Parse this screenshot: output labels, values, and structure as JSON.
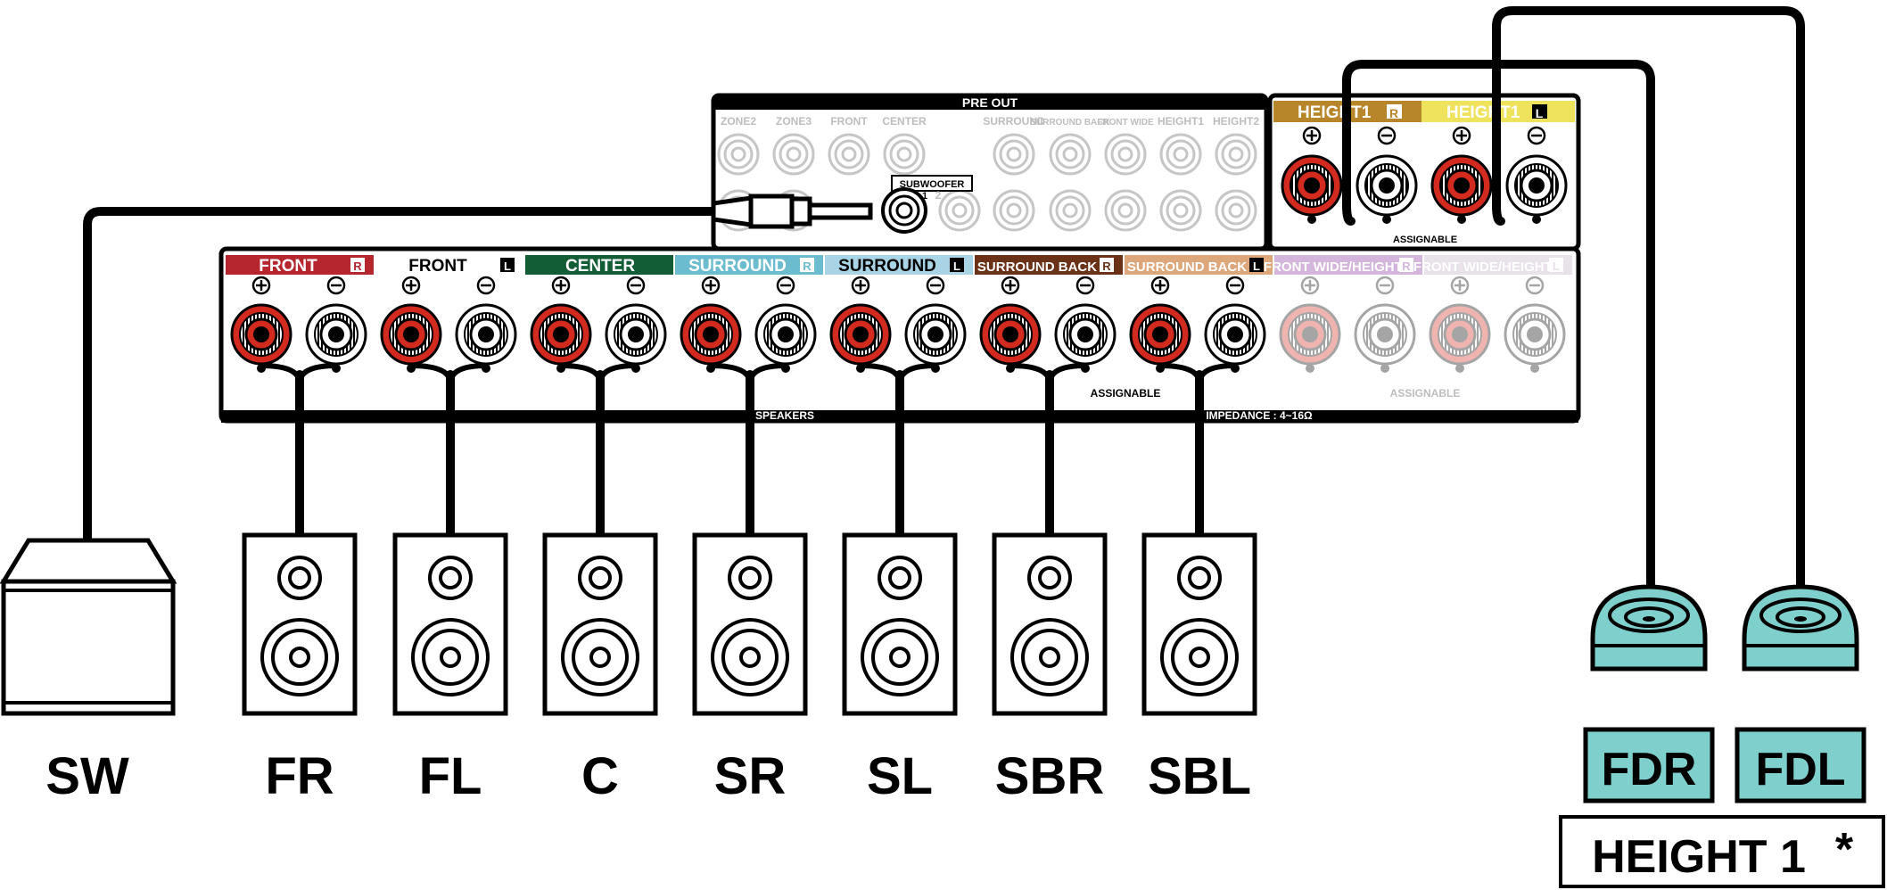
{
  "pre_out": {
    "title": "PRE OUT",
    "labels": [
      "ZONE2",
      "ZONE3",
      "FRONT",
      "CENTER",
      "SURROUND",
      "SURROUND BACK",
      "FRONT WIDE",
      "HEIGHT1",
      "HEIGHT2"
    ],
    "subwoofer": "SUBWOOFER",
    "sub_nums": [
      "1",
      "2"
    ]
  },
  "height_top": {
    "r_label": "HEIGHT1",
    "l_label": "HEIGHT1",
    "r_mark": "R",
    "l_mark": "L",
    "assignable": "ASSIGNABLE"
  },
  "terminals": [
    {
      "label": "FRONT",
      "mark": "R",
      "color": "#b5262e"
    },
    {
      "label": "FRONT",
      "mark": "L",
      "color": "#ffffff"
    },
    {
      "label": "CENTER",
      "mark": "",
      "color": "#125c36"
    },
    {
      "label": "SURROUND",
      "mark": "R",
      "color": "#6cbccf"
    },
    {
      "label": "SURROUND",
      "mark": "L",
      "color": "#a9d4e6"
    },
    {
      "label": "SURROUND BACK",
      "mark": "R",
      "color": "#6a3318"
    },
    {
      "label": "SURROUND BACK",
      "mark": "L",
      "color": "#dca77b"
    },
    {
      "label": "FRONT WIDE/HEIGHT2",
      "mark": "R",
      "color": "#d4b6dc"
    },
    {
      "label": "FRONT WIDE/HEIGHT2",
      "mark": "L",
      "color": "#e9e2eb"
    }
  ],
  "bottom_bar": {
    "assignable1": "ASSIGNABLE",
    "assignable2": "ASSIGNABLE",
    "speakers": "SPEAKERS",
    "impedance": "IMPEDANCE : 4~16Ω"
  },
  "speakers": [
    "SW",
    "FR",
    "FL",
    "C",
    "SR",
    "SL",
    "SBR",
    "SBL"
  ],
  "height_speakers": [
    "FDR",
    "FDL"
  ],
  "height_box": "HEIGHT 1",
  "asterisk": "*",
  "colors": {
    "terminal_red": "#d22a1f",
    "height_gold": "#b8862a",
    "height_yellow": "#efe35e",
    "height_speaker_teal": "#7fcfcc"
  }
}
